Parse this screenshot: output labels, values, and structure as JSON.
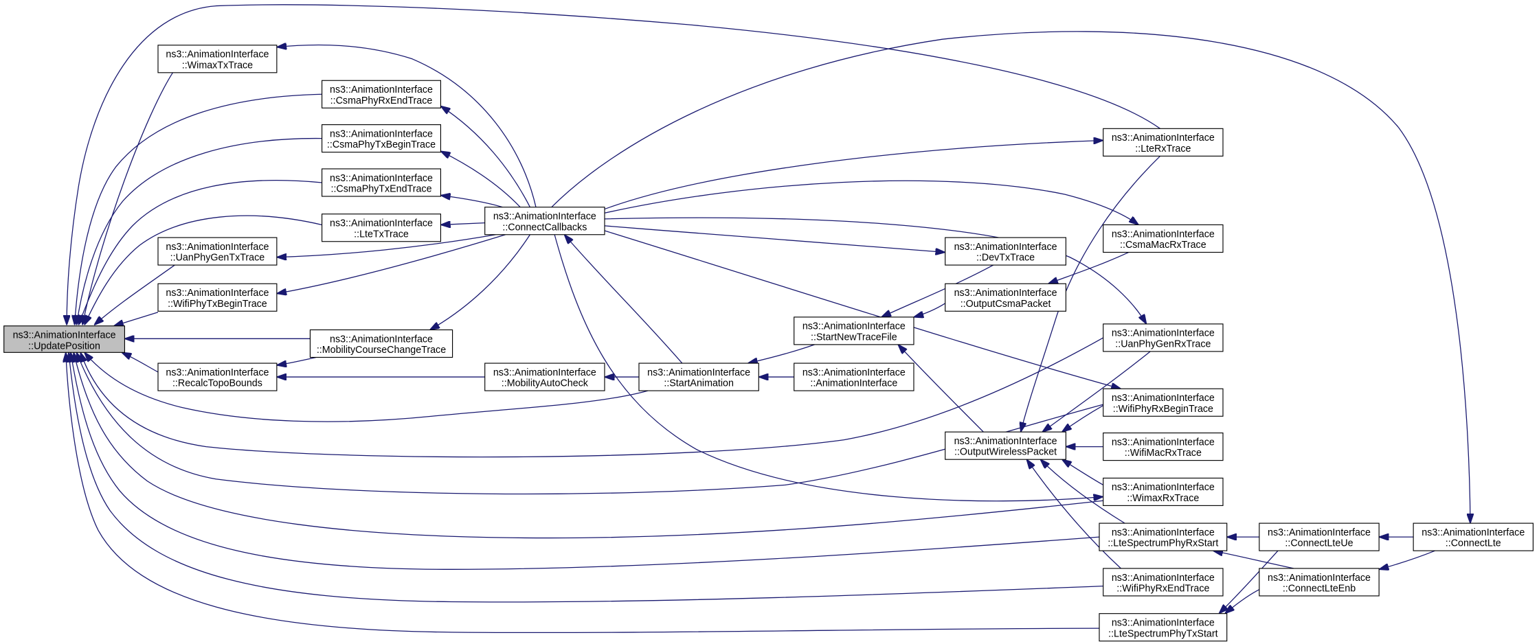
{
  "graph": {
    "colors": {
      "edge": "#191970",
      "node_border": "#000000",
      "node_fill": "#ffffff",
      "root_fill": "#bfbfbf"
    },
    "nodes": [
      {
        "line1": "ns3::AnimationInterface",
        "line2": "::UpdatePosition",
        "root": true
      },
      {
        "line1": "ns3::AnimationInterface",
        "line2": "::WimaxTxTrace"
      },
      {
        "line1": "ns3::AnimationInterface",
        "line2": "::CsmaPhyRxEndTrace"
      },
      {
        "line1": "ns3::AnimationInterface",
        "line2": "::CsmaPhyTxBeginTrace"
      },
      {
        "line1": "ns3::AnimationInterface",
        "line2": "::CsmaPhyTxEndTrace"
      },
      {
        "line1": "ns3::AnimationInterface",
        "line2": "::LteTxTrace"
      },
      {
        "line1": "ns3::AnimationInterface",
        "line2": "::UanPhyGenTxTrace"
      },
      {
        "line1": "ns3::AnimationInterface",
        "line2": "::WifiPhyTxBeginTrace"
      },
      {
        "line1": "ns3::AnimationInterface",
        "line2": "::MobilityCourseChangeTrace"
      },
      {
        "line1": "ns3::AnimationInterface",
        "line2": "::RecalcTopoBounds"
      },
      {
        "line1": "ns3::AnimationInterface",
        "line2": "::ConnectCallbacks"
      },
      {
        "line1": "ns3::AnimationInterface",
        "line2": "::MobilityAutoCheck"
      },
      {
        "line1": "ns3::AnimationInterface",
        "line2": "::StartAnimation"
      },
      {
        "line1": "ns3::AnimationInterface",
        "line2": "::StartNewTraceFile"
      },
      {
        "line1": "ns3::AnimationInterface",
        "line2": "::AnimationInterface"
      },
      {
        "line1": "ns3::AnimationInterface",
        "line2": "::DevTxTrace"
      },
      {
        "line1": "ns3::AnimationInterface",
        "line2": "::OutputCsmaPacket"
      },
      {
        "line1": "ns3::AnimationInterface",
        "line2": "::OutputWirelessPacket"
      },
      {
        "line1": "ns3::AnimationInterface",
        "line2": "::LteRxTrace"
      },
      {
        "line1": "ns3::AnimationInterface",
        "line2": "::CsmaMacRxTrace"
      },
      {
        "line1": "ns3::AnimationInterface",
        "line2": "::UanPhyGenRxTrace"
      },
      {
        "line1": "ns3::AnimationInterface",
        "line2": "::WifiPhyRxBeginTrace"
      },
      {
        "line1": "ns3::AnimationInterface",
        "line2": "::WifiMacRxTrace"
      },
      {
        "line1": "ns3::AnimationInterface",
        "line2": "::WimaxRxTrace"
      },
      {
        "line1": "ns3::AnimationInterface",
        "line2": "::LteSpectrumPhyRxStart"
      },
      {
        "line1": "ns3::AnimationInterface",
        "line2": "::WifiPhyRxEndTrace"
      },
      {
        "line1": "ns3::AnimationInterface",
        "line2": "::LteSpectrumPhyTxStart"
      },
      {
        "line1": "ns3::AnimationInterface",
        "line2": "::ConnectLteUe"
      },
      {
        "line1": "ns3::AnimationInterface",
        "line2": "::ConnectLteEnb"
      },
      {
        "line1": "ns3::AnimationInterface",
        "line2": "::ConnectLte"
      }
    ],
    "edges": [
      [
        1,
        0
      ],
      [
        2,
        0
      ],
      [
        3,
        0
      ],
      [
        4,
        0
      ],
      [
        5,
        0
      ],
      [
        6,
        0
      ],
      [
        7,
        0
      ],
      [
        8,
        0
      ],
      [
        9,
        0
      ],
      [
        12,
        0
      ],
      [
        18,
        0
      ],
      [
        20,
        0
      ],
      [
        21,
        0
      ],
      [
        23,
        0
      ],
      [
        24,
        0
      ],
      [
        25,
        0
      ],
      [
        26,
        0
      ],
      [
        10,
        1
      ],
      [
        10,
        2
      ],
      [
        10,
        3
      ],
      [
        10,
        4
      ],
      [
        10,
        5
      ],
      [
        10,
        6
      ],
      [
        10,
        7
      ],
      [
        10,
        8
      ],
      [
        10,
        18
      ],
      [
        10,
        19
      ],
      [
        10,
        15
      ],
      [
        10,
        20
      ],
      [
        10,
        21
      ],
      [
        10,
        23
      ],
      [
        10,
        29
      ],
      [
        12,
        10
      ],
      [
        12,
        11
      ],
      [
        11,
        9
      ],
      [
        8,
        9
      ],
      [
        13,
        12
      ],
      [
        14,
        12
      ],
      [
        15,
        13
      ],
      [
        16,
        13
      ],
      [
        17,
        13
      ],
      [
        19,
        16
      ],
      [
        18,
        17
      ],
      [
        20,
        17
      ],
      [
        21,
        17
      ],
      [
        22,
        17
      ],
      [
        23,
        17
      ],
      [
        24,
        17
      ],
      [
        25,
        17
      ],
      [
        27,
        24
      ],
      [
        28,
        24
      ],
      [
        27,
        26
      ],
      [
        28,
        26
      ],
      [
        29,
        27
      ],
      [
        29,
        28
      ]
    ]
  }
}
